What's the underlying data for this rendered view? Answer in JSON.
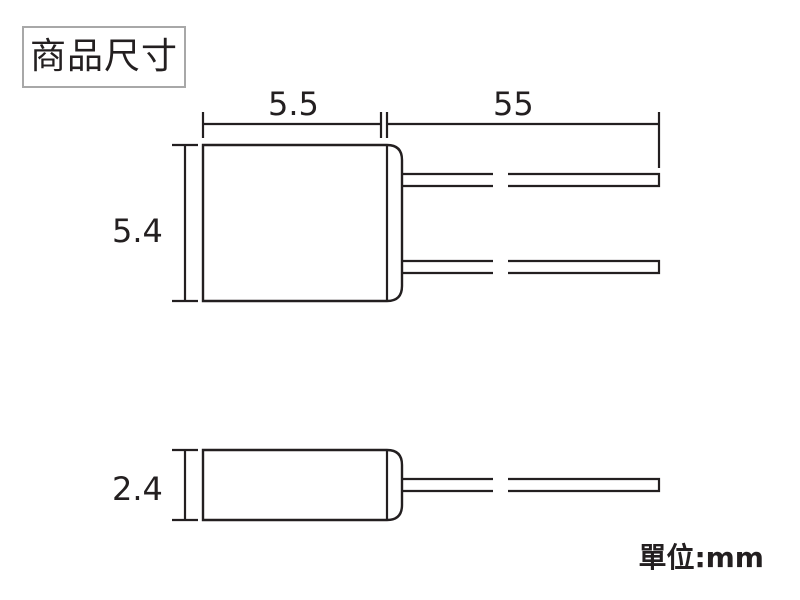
{
  "title": "商品尺寸",
  "dimensions": {
    "body_width": "5.5",
    "lead_length": "55",
    "body_height": "5.4",
    "body_thickness": "2.4"
  },
  "unit": "單位:mm",
  "colors": {
    "line": "#231f20",
    "title_border": "#a8a8a8"
  }
}
